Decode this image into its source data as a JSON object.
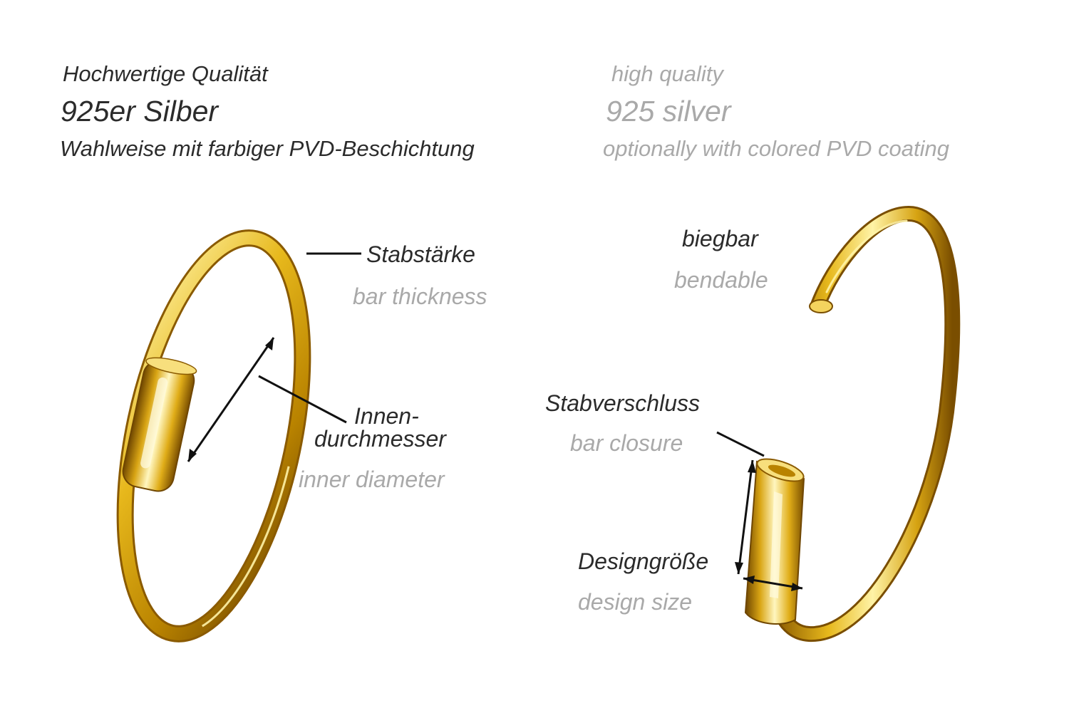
{
  "header": {
    "de": {
      "quality": "Hochwertige Qualität",
      "material": "925er Silber",
      "coating": "Wahlweise mit farbiger PVD-Beschichtung"
    },
    "en": {
      "quality": "high quality",
      "material": "925 silver",
      "coating": "optionally with colored PVD coating"
    }
  },
  "left_ring": {
    "bar_thickness": {
      "de": "Stabstärke",
      "en": "bar thickness"
    },
    "inner_diameter": {
      "de_line1": "Innen-",
      "de_line2": "durchmesser",
      "en": "inner diameter"
    }
  },
  "right_ring": {
    "bendable": {
      "de": "biegbar",
      "en": "bendable"
    },
    "bar_closure": {
      "de": "Stabverschluss",
      "en": "bar closure"
    },
    "design_size": {
      "de": "Designgröße",
      "en": "design size"
    }
  },
  "colors": {
    "gold_light": "#fff3a6",
    "gold_mid": "#e7b81c",
    "gold_dark": "#8a5a00",
    "text_de": "#2b2b2b",
    "text_en": "#a9a9a9"
  }
}
